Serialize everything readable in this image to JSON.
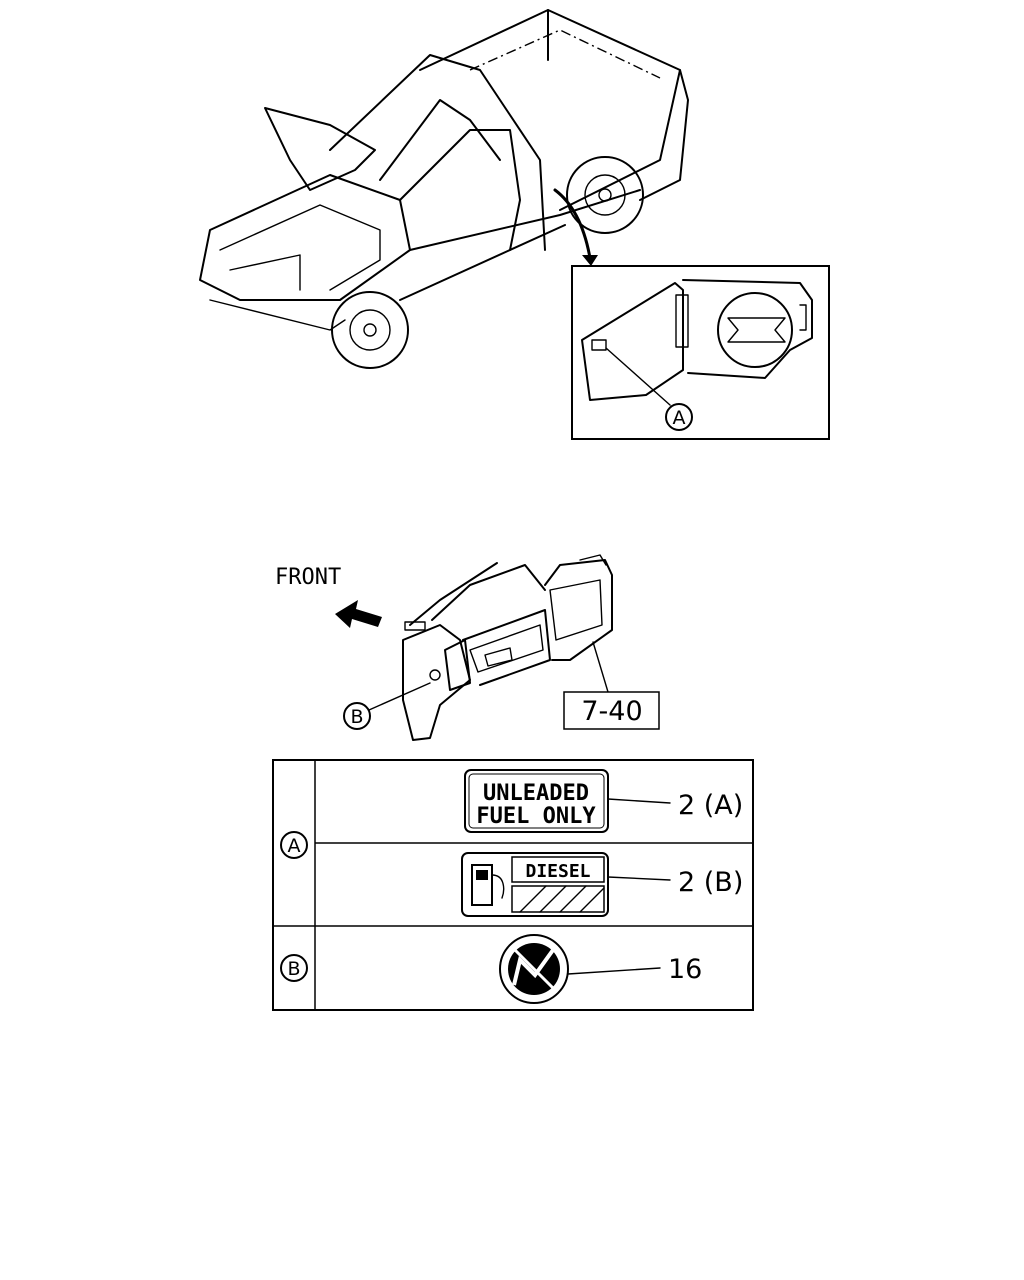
{
  "callouts": {
    "a": "A",
    "b": "B"
  },
  "front_label": "FRONT",
  "ref_box": "7-40",
  "labels": {
    "unleaded_line1": "UNLEADED",
    "unleaded_line2": "FUEL ONLY",
    "diesel": "DIESEL"
  },
  "table": {
    "rows": [
      {
        "group": "A",
        "qty_ref": "2 (A)"
      },
      {
        "group": "A",
        "qty_ref": "2 (B)"
      },
      {
        "group": "B",
        "qty_ref": "16"
      }
    ]
  },
  "icons": {
    "fuel_pump": "fuel-pump-icon",
    "no_smoking": "prohibition-icon"
  }
}
